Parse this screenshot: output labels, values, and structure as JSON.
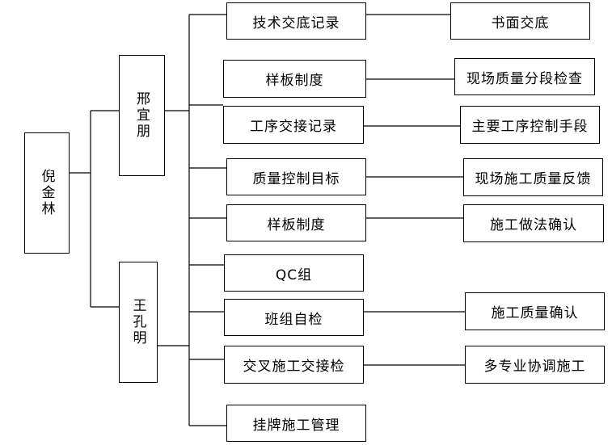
{
  "root": "倪金林",
  "managers": [
    "邢宜朋",
    "王孔明"
  ],
  "items": [
    "技术交底记录",
    "样板制度",
    "工序交接记录",
    "质量控制目标",
    "样板制度",
    "QC组",
    "班组自检",
    "交叉施工交接检",
    "挂牌施工管理"
  ],
  "results": [
    "书面交底",
    "现场质量分段检查",
    "主要工序控制手段",
    "现场施工质量反馈",
    "施工做法确认",
    "施工质量确认",
    "多专业协调施工"
  ]
}
